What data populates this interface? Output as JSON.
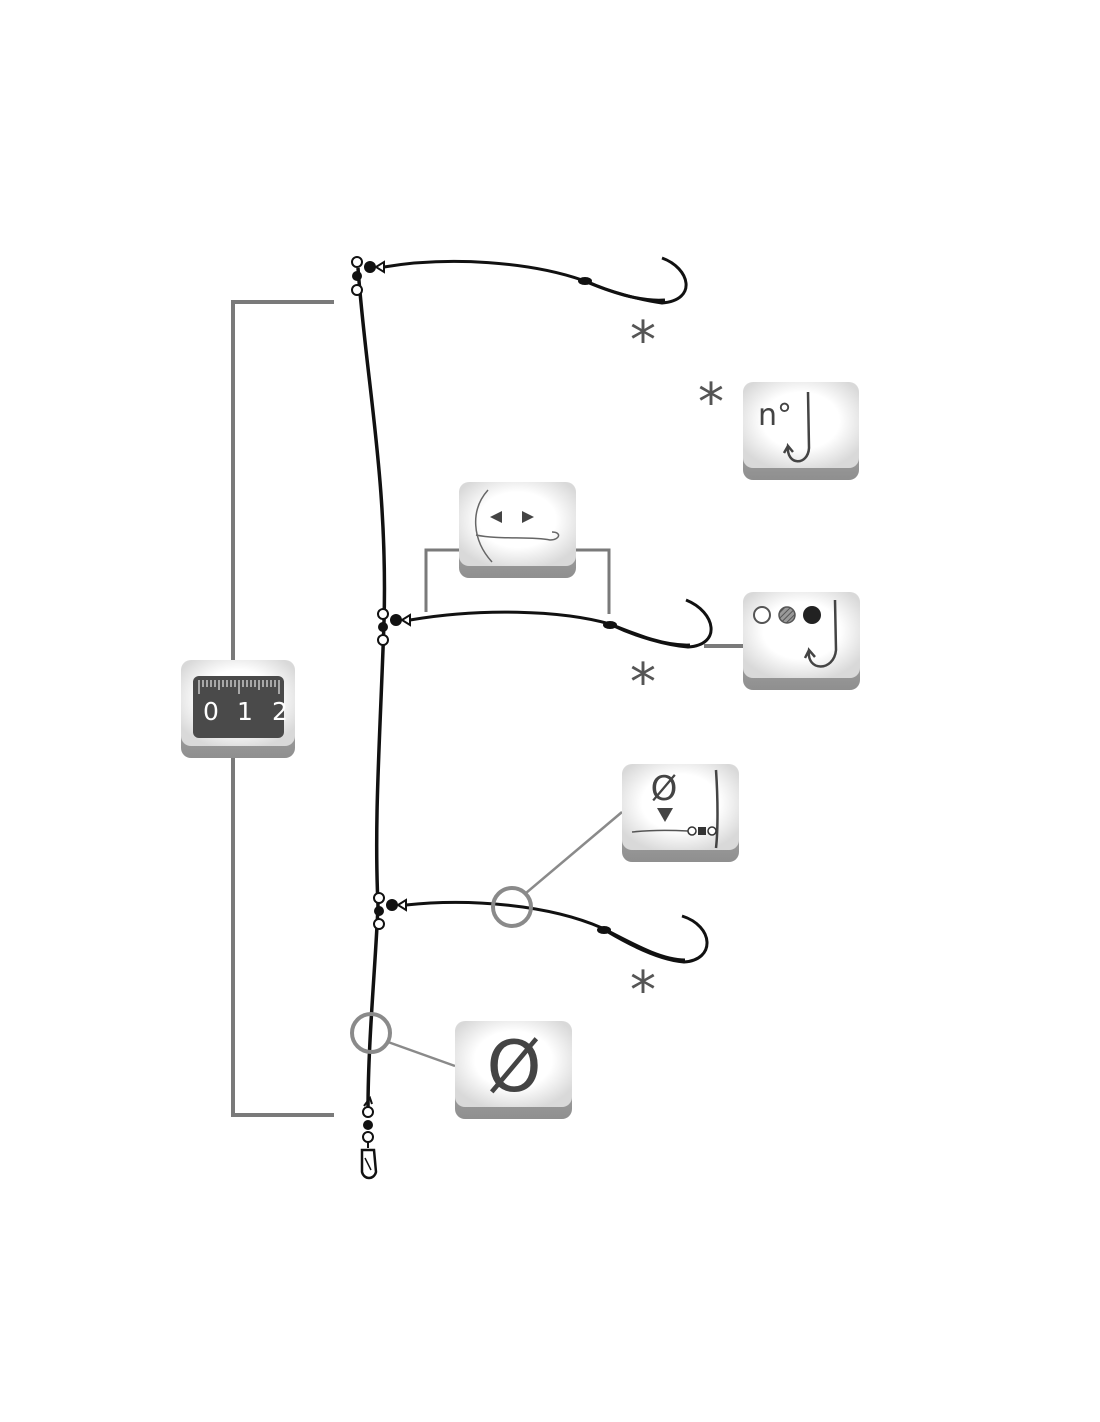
{
  "colors": {
    "line": "#111111",
    "bracket": "#7a7a7a",
    "tile_top": "#ffffff",
    "tile_bottom": "#d8d8d8",
    "tile_base": "#9a9a9a",
    "ruler_face": "#4a4a4a",
    "icon_stroke": "#444444"
  },
  "asterisk_symbol": "*",
  "tiles": {
    "hook_number": {
      "icon": "hook-size-icon",
      "label": "n°"
    },
    "snood_length": {
      "icon": "snood-length-arrows-icon"
    },
    "hook_color": {
      "icon": "hook-color-options-icon"
    },
    "snood_diameter": {
      "icon": "snood-diameter-icon",
      "symbol": "Ø"
    },
    "mainline_diameter": {
      "icon": "mainline-diameter-icon",
      "symbol": "Ø"
    },
    "total_length": {
      "icon": "ruler-icon",
      "ticks": [
        "0",
        "1",
        "2"
      ]
    }
  }
}
